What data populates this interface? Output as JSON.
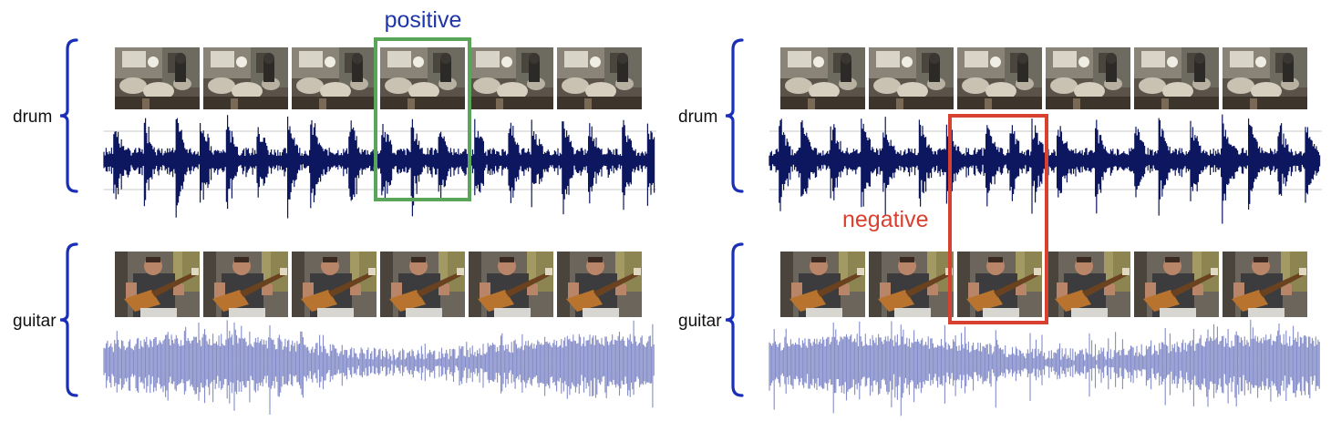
{
  "panels": [
    {
      "id": "positive",
      "rows": [
        {
          "label": "drum",
          "clip": "drum",
          "audio": "drum"
        },
        {
          "label": "guitar",
          "clip": "guitar",
          "audio": "guitar"
        }
      ],
      "highlight": {
        "text": "positive",
        "color": "#5aa55a",
        "text_color": "#1f35a8",
        "frame": 3,
        "spans": "drum-video-and-audio"
      }
    },
    {
      "id": "negative",
      "rows": [
        {
          "label": "drum",
          "clip": "drum",
          "audio": "drum"
        },
        {
          "label": "guitar",
          "clip": "guitar",
          "audio": "guitar"
        }
      ],
      "highlight": {
        "text": "negative",
        "color": "#d8412f",
        "text_color": "#d8412f",
        "frame": 2,
        "spans": "drum-audio-and-guitar-video"
      }
    }
  ],
  "colors": {
    "bracket": "#1a2fb5",
    "drum_wave": "#0c1760",
    "guitar_wave": "#7c86c6"
  },
  "frames_per_row": 6
}
